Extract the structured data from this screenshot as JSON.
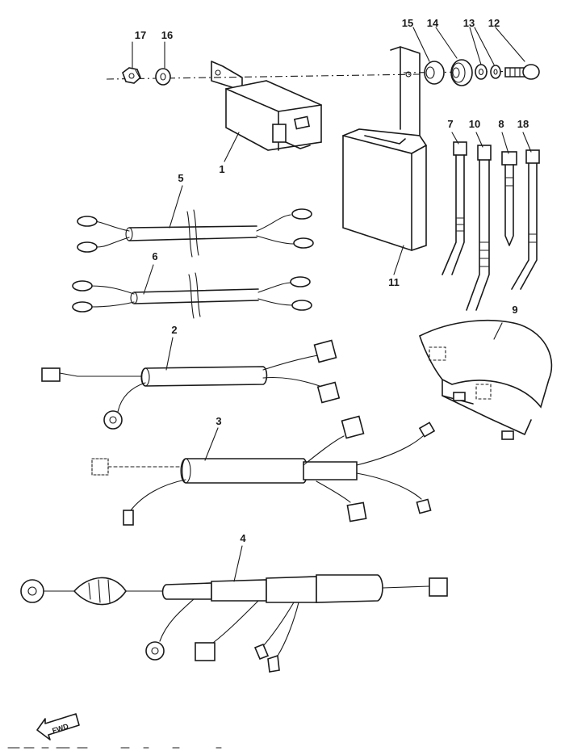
{
  "callouts": {
    "c1": "1",
    "c2": "2",
    "c3": "3",
    "c4": "4",
    "c5": "5",
    "c6": "6",
    "c7": "7",
    "c8": "8",
    "c9": "9",
    "c10": "10",
    "c11": "11",
    "c12": "12",
    "c13": "13",
    "c14": "14",
    "c15": "15",
    "c16": "16",
    "c17": "17",
    "c18": "18"
  },
  "fwd_label": "FWD"
}
